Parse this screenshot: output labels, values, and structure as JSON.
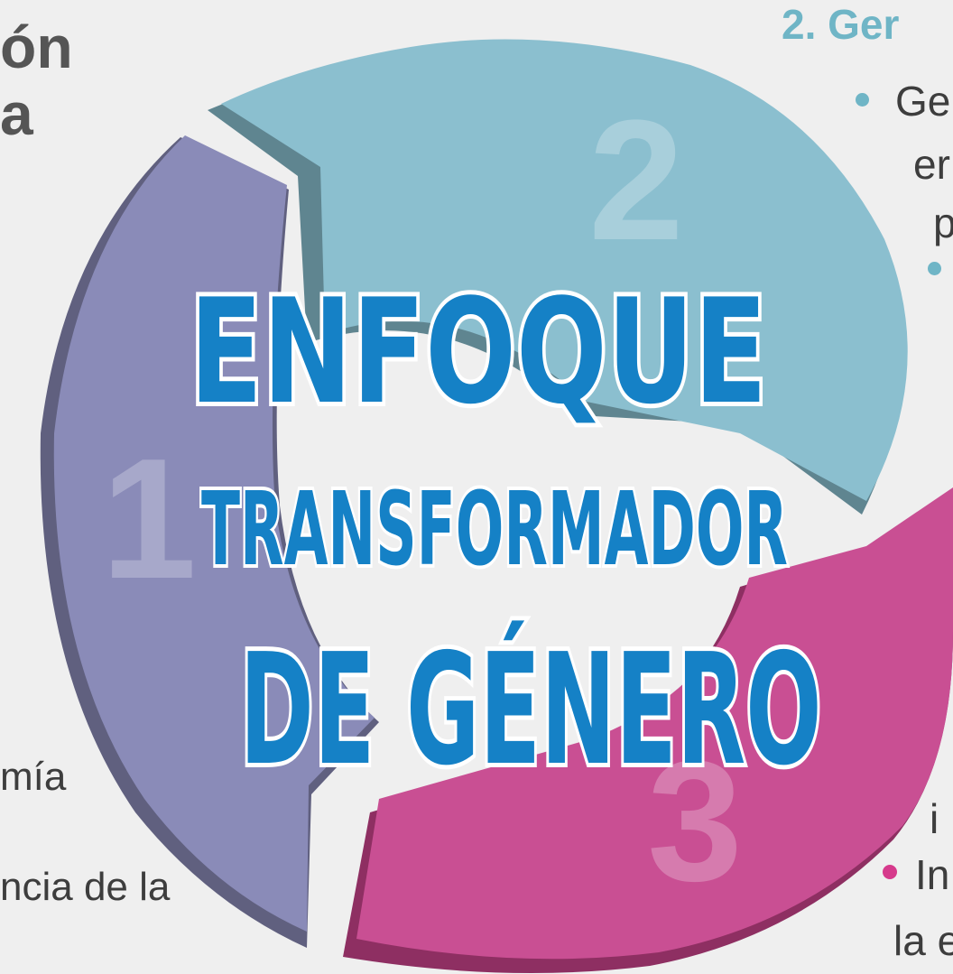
{
  "left_panel": {
    "heading_line1": "ón",
    "heading_line2": "a",
    "text_line1": "mía",
    "text_line2": "ncia de la"
  },
  "right_panel": {
    "heading": "2. Ger",
    "bullet1_line1": "Ge",
    "bullet1_line2": "er",
    "bullet1_line3": "p",
    "text_line_i": "i",
    "bullet3_line1": "In",
    "bullet3_line2": "la e"
  },
  "cycle": {
    "segments": [
      {
        "number": "1",
        "color": "#8a8bb8"
      },
      {
        "number": "2",
        "color": "#8bbfcf"
      },
      {
        "number": "3",
        "color": "#c94f93"
      }
    ]
  },
  "title": {
    "line1": "ENFOQUE",
    "line2": "TRANSFORMADOR",
    "line3": "DE GÉNERO",
    "color": "#1581c6"
  },
  "colors": {
    "teal": "#6fb5c6",
    "magenta": "#d63a8c",
    "background": "#efefef"
  }
}
